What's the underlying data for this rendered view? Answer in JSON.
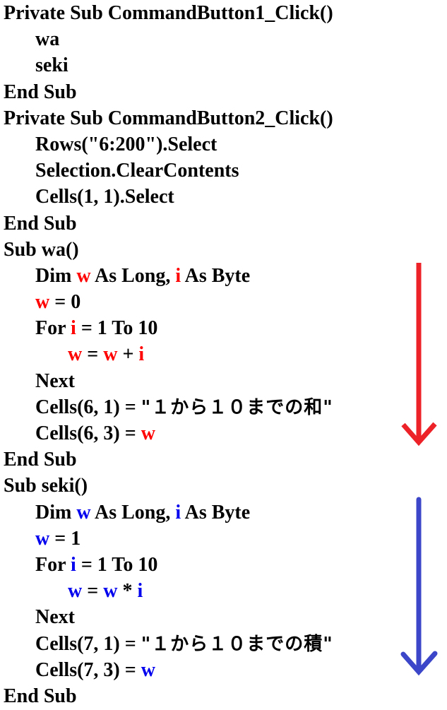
{
  "colors": {
    "text": "#000000",
    "variable_red": "#ff0000",
    "variable_blue": "#0000ee",
    "arrow_red": "#ed2228",
    "arrow_blue": "#3b46c8",
    "background": "#ffffff"
  },
  "code": {
    "language": "VBA",
    "lines": [
      {
        "indent": 0,
        "tokens": [
          {
            "t": "Private Sub CommandButton1_Click()",
            "c": "k"
          }
        ]
      },
      {
        "indent": 1,
        "tokens": [
          {
            "t": "wa",
            "c": "k"
          }
        ]
      },
      {
        "indent": 1,
        "tokens": [
          {
            "t": "seki",
            "c": "k"
          }
        ]
      },
      {
        "indent": 0,
        "tokens": [
          {
            "t": "End Sub",
            "c": "k"
          }
        ]
      },
      {
        "indent": 0,
        "tokens": [
          {
            "t": "Private Sub CommandButton2_Click()",
            "c": "k"
          }
        ]
      },
      {
        "indent": 1,
        "tokens": [
          {
            "t": "Rows(\"6:200\").Select",
            "c": "k"
          }
        ]
      },
      {
        "indent": 1,
        "tokens": [
          {
            "t": "Selection.ClearContents",
            "c": "k"
          }
        ]
      },
      {
        "indent": 1,
        "tokens": [
          {
            "t": "Cells(1, 1).Select",
            "c": "k"
          }
        ]
      },
      {
        "indent": 0,
        "tokens": [
          {
            "t": "End Sub",
            "c": "k"
          }
        ]
      },
      {
        "indent": 0,
        "tokens": [
          {
            "t": "Sub wa()",
            "c": "k"
          }
        ]
      },
      {
        "indent": 1,
        "tokens": [
          {
            "t": "Dim ",
            "c": "k"
          },
          {
            "t": "w",
            "c": "r"
          },
          {
            "t": " As Long, ",
            "c": "k"
          },
          {
            "t": "i",
            "c": "r"
          },
          {
            "t": " As Byte",
            "c": "k"
          }
        ]
      },
      {
        "indent": 1,
        "tokens": [
          {
            "t": "w",
            "c": "r"
          },
          {
            "t": " = 0",
            "c": "k"
          }
        ]
      },
      {
        "indent": 1,
        "tokens": [
          {
            "t": "For ",
            "c": "k"
          },
          {
            "t": "i",
            "c": "r"
          },
          {
            "t": " = 1 To 10",
            "c": "k"
          }
        ]
      },
      {
        "indent": 2,
        "tokens": [
          {
            "t": "w",
            "c": "r"
          },
          {
            "t": " = ",
            "c": "k"
          },
          {
            "t": "w",
            "c": "r"
          },
          {
            "t": " + ",
            "c": "k"
          },
          {
            "t": "i",
            "c": "r"
          }
        ]
      },
      {
        "indent": 1,
        "tokens": [
          {
            "t": "Next",
            "c": "k"
          }
        ]
      },
      {
        "indent": 1,
        "tokens": [
          {
            "t": "Cells(6, 1) = ",
            "c": "k"
          },
          {
            "t": "\"１から１０までの和\"",
            "c": "k",
            "f": "jp"
          }
        ]
      },
      {
        "indent": 1,
        "tokens": [
          {
            "t": "Cells(6, 3) = ",
            "c": "k"
          },
          {
            "t": "w",
            "c": "r"
          }
        ]
      },
      {
        "indent": 0,
        "tokens": [
          {
            "t": "End Sub",
            "c": "k"
          }
        ]
      },
      {
        "indent": 0,
        "tokens": [
          {
            "t": "Sub seki()",
            "c": "k"
          }
        ]
      },
      {
        "indent": 1,
        "tokens": [
          {
            "t": "Dim ",
            "c": "k"
          },
          {
            "t": "w",
            "c": "b"
          },
          {
            "t": " As Long, ",
            "c": "k"
          },
          {
            "t": "i",
            "c": "b"
          },
          {
            "t": " As Byte",
            "c": "k"
          }
        ]
      },
      {
        "indent": 1,
        "tokens": [
          {
            "t": "w",
            "c": "b"
          },
          {
            "t": " = 1",
            "c": "k"
          }
        ]
      },
      {
        "indent": 1,
        "tokens": [
          {
            "t": "For ",
            "c": "k"
          },
          {
            "t": "i",
            "c": "b"
          },
          {
            "t": " = 1 To 10",
            "c": "k"
          }
        ]
      },
      {
        "indent": 2,
        "tokens": [
          {
            "t": "w",
            "c": "b"
          },
          {
            "t": " = ",
            "c": "k"
          },
          {
            "t": "w",
            "c": "b"
          },
          {
            "t": " * ",
            "c": "k"
          },
          {
            "t": "i",
            "c": "b"
          }
        ]
      },
      {
        "indent": 1,
        "tokens": [
          {
            "t": "Next",
            "c": "k"
          }
        ]
      },
      {
        "indent": 1,
        "tokens": [
          {
            "t": "Cells(7, 1) = ",
            "c": "k"
          },
          {
            "t": "\"１から１０までの積\"",
            "c": "k",
            "f": "jp"
          }
        ]
      },
      {
        "indent": 1,
        "tokens": [
          {
            "t": "Cells(7, 3) = ",
            "c": "k"
          },
          {
            "t": "w",
            "c": "b"
          }
        ]
      },
      {
        "indent": 0,
        "tokens": [
          {
            "t": "End Sub",
            "c": "k"
          }
        ]
      }
    ]
  },
  "annotations": {
    "red_arrow": {
      "meaning": "flow of Sub wa()",
      "direction": "down"
    },
    "blue_arrow": {
      "meaning": "flow of Sub seki()",
      "direction": "down"
    }
  }
}
